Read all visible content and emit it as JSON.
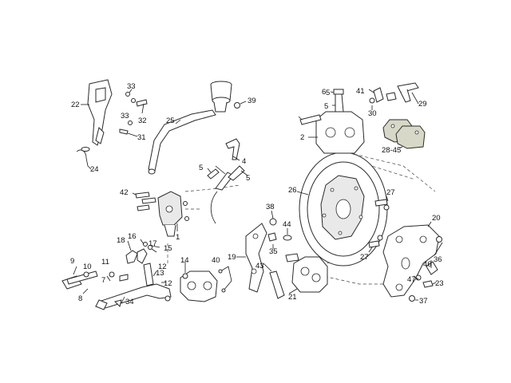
{
  "diagram": {
    "callouts": {
      "c1": "1",
      "c2": "2",
      "c4": "4",
      "c5a": "5",
      "c5b": "5",
      "c5c": "5",
      "c5d": "5",
      "c6": "6",
      "c7": "7",
      "c8": "8",
      "c9": "9",
      "c10": "10",
      "c11": "11",
      "c12a": "12",
      "c12b": "12",
      "c13": "13",
      "c14": "14",
      "c15": "15",
      "c16": "16",
      "c17": "17",
      "c18": "18",
      "c19": "19",
      "c20": "20",
      "c21": "21",
      "c22": "22",
      "c23": "23",
      "c24": "24",
      "c25": "25",
      "c26": "26",
      "c27a": "27",
      "c27b": "27",
      "c28": "28-45",
      "c29": "29",
      "c30": "30",
      "c31": "31",
      "c32": "32",
      "c33a": "33",
      "c33b": "33",
      "c34": "34",
      "c35": "35",
      "c36": "36",
      "c37": "37",
      "c38": "38",
      "c39": "39",
      "c40": "40",
      "c41": "41",
      "c42": "42",
      "c43": "43",
      "c44": "44",
      "c46": "46",
      "c47": "47"
    }
  }
}
